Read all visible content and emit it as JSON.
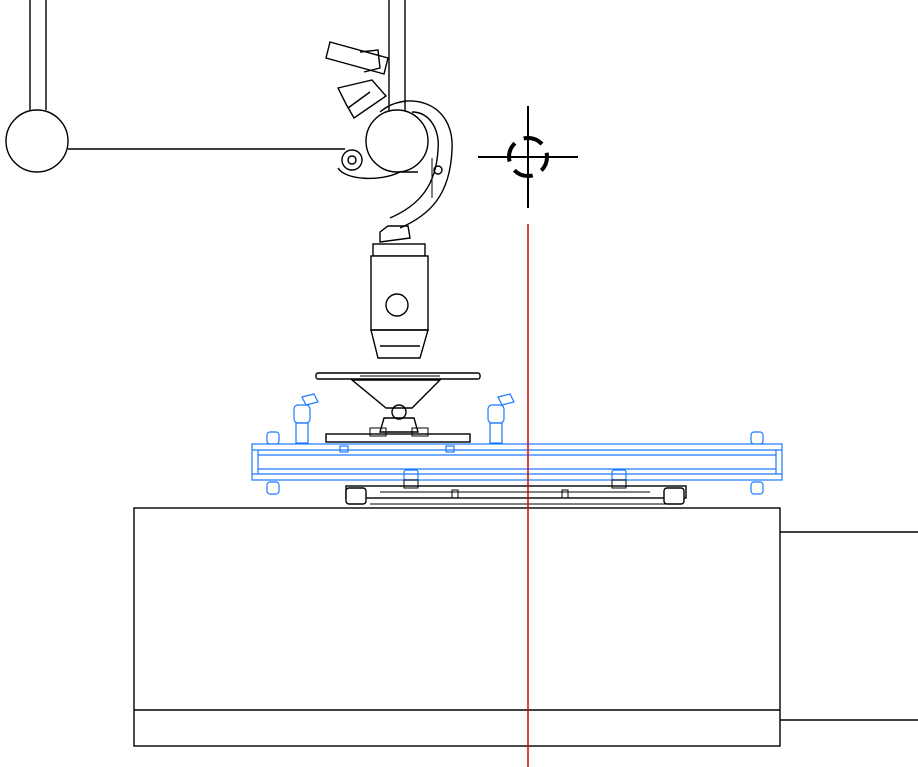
{
  "colors": {
    "background": "#ffffff",
    "ink": "#000000",
    "selection": "#1e78ff",
    "guide_line": "#e00000"
  },
  "icons": {
    "crosshair": "center-of-gravity-crosshair-icon"
  },
  "components": [
    "truss-pipe-left",
    "truss-pipe-right",
    "truss-clamp",
    "mount-pole",
    "swivel-plate",
    "projector-bracket",
    "projector-body"
  ]
}
